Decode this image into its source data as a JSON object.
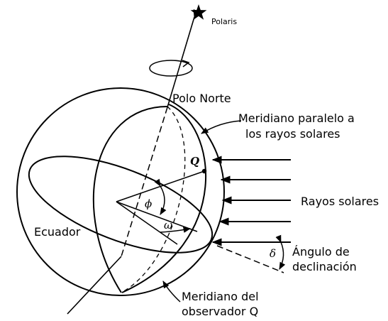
{
  "labels": {
    "polaris": "Polaris",
    "north_pole": "Polo Norte",
    "meridian_parallel_line1": "Meridiano paralelo a",
    "meridian_parallel_line2": "los rayos solares",
    "point_q": "Q",
    "sun_rays": "Rayos solares",
    "equator": "Ecuador",
    "phi": "ϕ",
    "omega": "ω",
    "delta": "δ",
    "declination_line1": "Ángulo de",
    "declination_line2": "declinación",
    "observer_meridian_line1": "Meridiano del",
    "observer_meridian_line2": "observador Q"
  }
}
